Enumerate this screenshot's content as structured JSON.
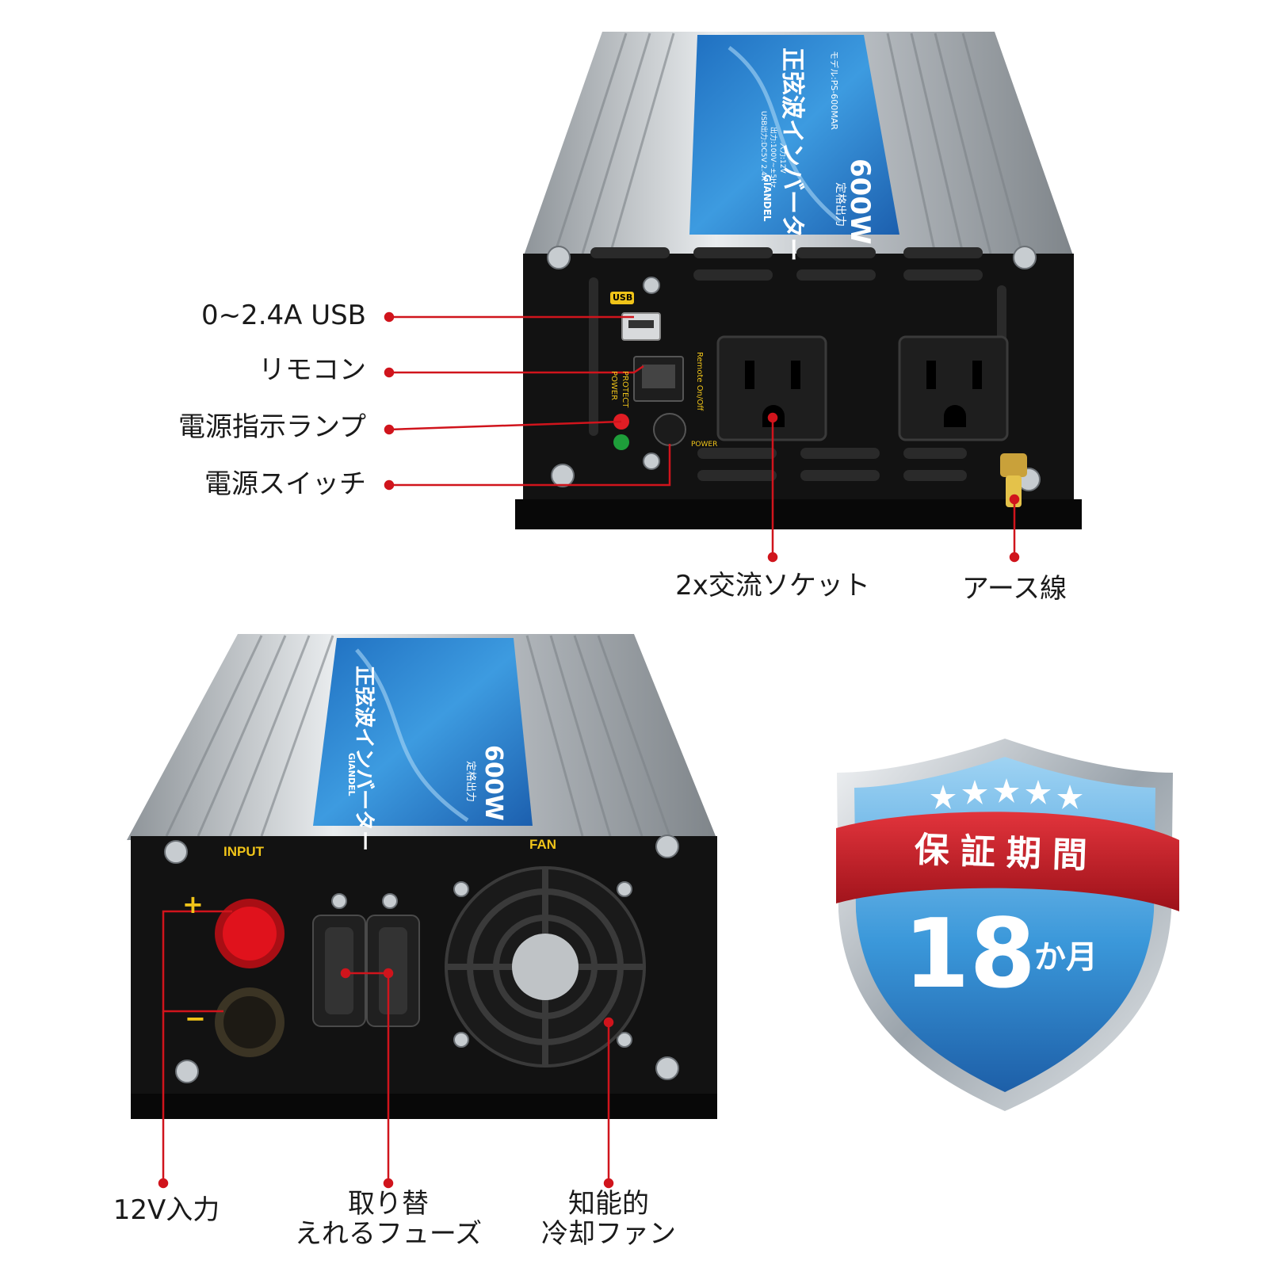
{
  "colors": {
    "callout_line": "#d0141c",
    "label_blue": "#2f86d6",
    "housing_black": "#101010",
    "aluminum": "#c9cdd1",
    "badge_red": "#c2202a",
    "badge_blue": "#4aa3df"
  },
  "top_unit": {
    "label": {
      "brand": "GIANDEL",
      "title": "正弦波インバーター",
      "rated": "定格出力",
      "power": "600W",
      "model": "モデル:PS-600MAR",
      "spec_in": "入力:12V",
      "spec_out": "出力:100V~±5Hz",
      "spec_usb": "USB出力:DC5V 2.4A"
    },
    "panel": {
      "usb_tag": "USB",
      "led_power": "POWER",
      "led_protect": "PROTECT",
      "remote_text": "Remote On/Off",
      "power_text": "POWER"
    }
  },
  "bottom_unit": {
    "label": {
      "brand": "GIANDEL",
      "title": "正弦波インバーター",
      "rated": "定格出力",
      "power": "600W"
    },
    "panel": {
      "input": "INPUT",
      "fan": "FAN",
      "plus": "+",
      "minus": "−"
    }
  },
  "callouts": {
    "usb": "0~2.4A USB",
    "remote": "リモコン",
    "lamp": "電源指示ランプ",
    "switch": "電源スイッチ",
    "ac_socket": "2x交流ソケット",
    "earth": "アース線",
    "input_12v": "12V入力",
    "fuse_line1": "取り替",
    "fuse_line2": "えれるフューズ",
    "fan_line1": "知能的",
    "fan_line2": "冷却ファン"
  },
  "badge": {
    "ribbon": "保証期間",
    "number": "18",
    "unit": "か月",
    "stars": 5
  }
}
